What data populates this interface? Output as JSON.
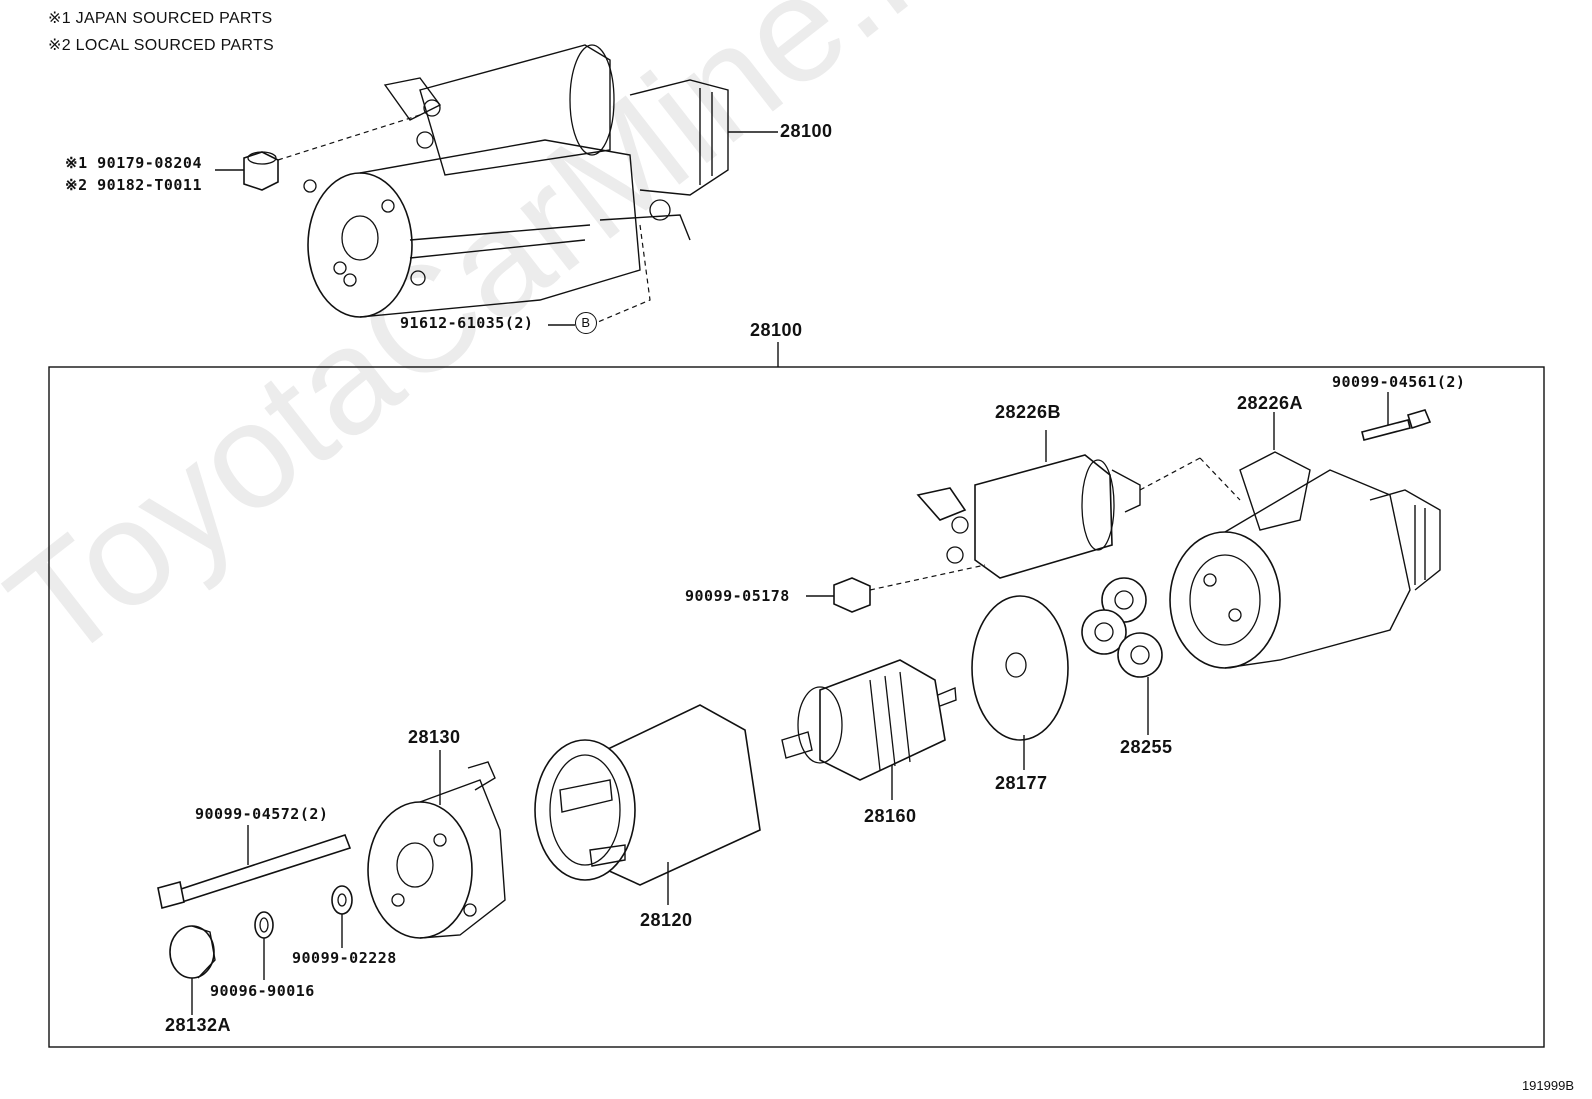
{
  "notes": [
    "※1 JAPAN SOURCED PARTS",
    "※2 LOCAL SOURCED PARTS"
  ],
  "watermark": "ToyotaCarMine.ru",
  "diagram_code": "191999B",
  "labels": {
    "assy_top": "28100",
    "nut_1": "※1 90179-08204",
    "nut_2": "※2 90182-T0011",
    "bolt_b": "91612-61035(2)",
    "b_mark": "B",
    "assy_box": "28100",
    "switch": "28226B",
    "housing": "28226A",
    "bolt_housing": "90099-04561(2)",
    "switch_nut": "90099-05178",
    "gears": "28255",
    "plate": "28177",
    "armature": "28160",
    "yoke": "28120",
    "end_frame": "28130",
    "through_bolt": "90099-04572(2)",
    "washer": "90099-02228",
    "ring": "90096-90016",
    "cap": "28132A"
  }
}
